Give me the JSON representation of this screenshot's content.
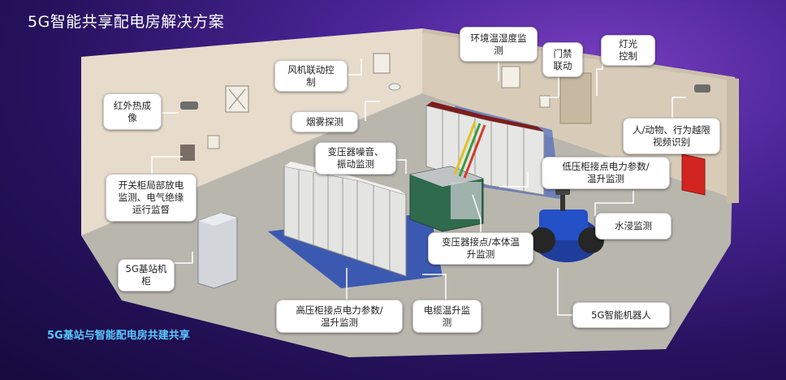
{
  "title": "5G智能共享配电房解决方案",
  "subtitle": "5G基站与智能配电房共建共享",
  "callouts": {
    "env": "环境温湿度监\n测",
    "door": "门禁\n联动",
    "light": "灯光\n控制",
    "fan": "风机联动控\n制",
    "smoke": "烟雾探测",
    "infrared": "红外热成\n像",
    "behavior": "人/动物、行为越限\n视频识别",
    "transformer_noise": "变压器噪音、\n振动监测",
    "low_voltage": "低压柜接点电力参数/\n温升监测",
    "partial_discharge": "开关柜局部放电\n监测、电气绝缘\n运行监督",
    "water": "水浸监测",
    "transformer_temp": "变压器接点/本体温\n升监测",
    "base_station": "5G基站机\n柜",
    "high_voltage": "高压柜接点电力参数/\n温升监测",
    "cable": "电缆温升监\n测",
    "robot": "5G智能机器人"
  }
}
